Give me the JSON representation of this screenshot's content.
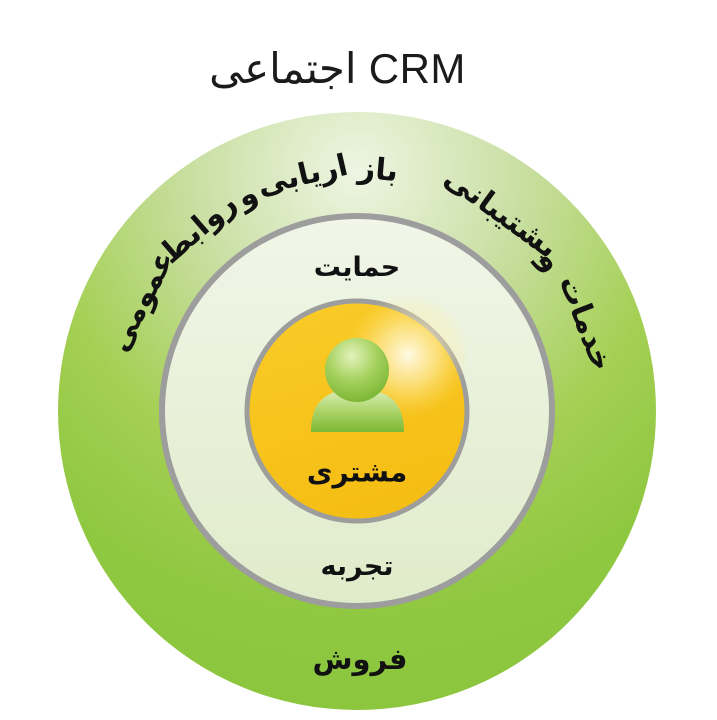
{
  "title": {
    "text": "CRM اجتماعی"
  },
  "diagram": {
    "outer_ring": {
      "curved_label_left": {
        "text": "باز اریابی و روابط عمومی",
        "words": [
          "باز",
          "اریابی",
          "و",
          "روابط",
          "عمومی"
        ]
      },
      "curved_label_right": {
        "text": "خدمات و پشتیبانی",
        "words": [
          "خدمات",
          "و",
          "پشتیبانی"
        ]
      },
      "label_bottom": "فروش",
      "gradient": {
        "top": "#eef5e3",
        "upper": "#c9dfa2",
        "mid": "#a4cf53",
        "lower": "#8ec740",
        "bottom": "#8cc63e"
      }
    },
    "middle_ring": {
      "label_top": "حمایت",
      "label_bottom": "تجربه",
      "fill_top": "#f1f6e8",
      "fill_bottom": "#e0ebca"
    },
    "center_circle": {
      "label": "مشتری",
      "icon": "person-icon",
      "fill_light": "#f9ca27",
      "fill_dark": "#f5bd13"
    },
    "person": {
      "head_light": "#e2f2bd",
      "head_mid": "#a6d25f",
      "head_dark": "#6dad26",
      "body_light": "#ddefba",
      "body_dark": "#7cb835"
    },
    "ring_border_color": "#9d9d9d",
    "text_color": "#111111"
  }
}
